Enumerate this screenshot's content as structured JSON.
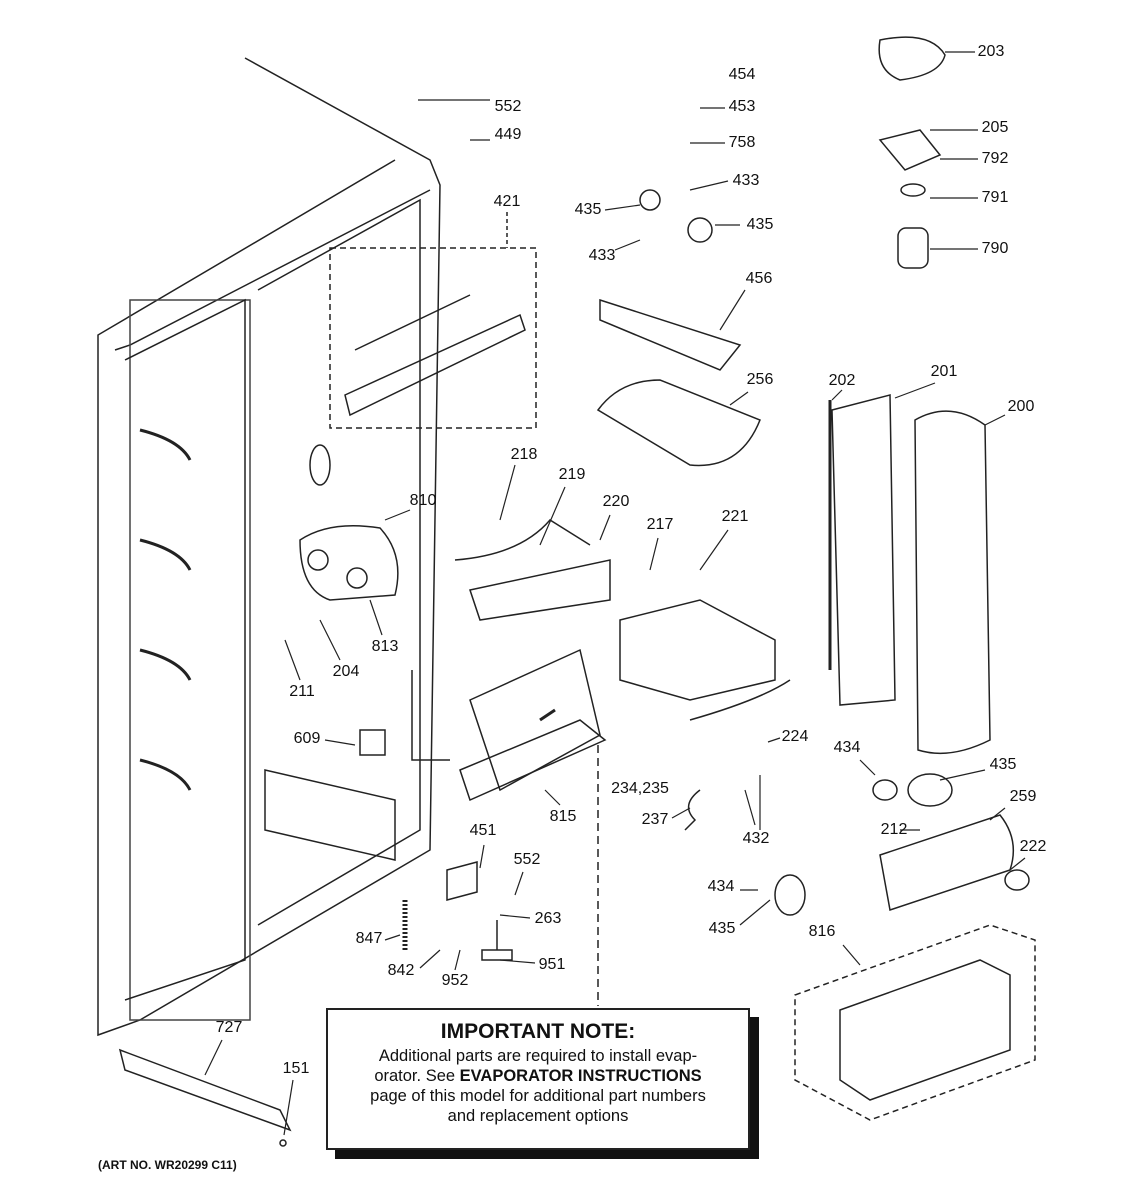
{
  "callouts": [
    "203",
    "454",
    "552",
    "453",
    "449",
    "205",
    "758",
    "792",
    "433",
    "791",
    "435",
    "421",
    "435",
    "433",
    "790",
    "456",
    "256",
    "202",
    "201",
    "200",
    "218",
    "219",
    "810",
    "220",
    "217",
    "221",
    "813",
    "204",
    "211",
    "609",
    "434",
    "224",
    "435",
    "259",
    "234,235",
    "815",
    "237",
    "451",
    "212",
    "432",
    "222",
    "552",
    "434",
    "263",
    "435",
    "816",
    "847",
    "951",
    "842",
    "952",
    "727",
    "151"
  ],
  "note": {
    "title": "IMPORTANT NOTE:",
    "line1": "Additional parts are required to install evap-",
    "line2_pre": "orator.  See ",
    "line2_bold": "EVAPORATOR INSTRUCTIONS",
    "line3": "page of this model for additional part numbers",
    "line4": "and replacement options"
  },
  "art_number": "(ART NO. WR20299 C11)"
}
